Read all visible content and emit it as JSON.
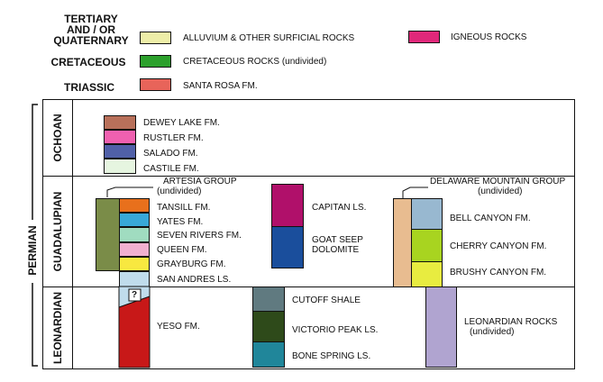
{
  "legend": {
    "tertiary_line1": "TERTIARY",
    "tertiary_line2": "AND / OR",
    "tertiary_line3": "QUATERNARY",
    "cretaceous": "CRETACEOUS",
    "triassic": "TRIASSIC",
    "alluvium": "ALLUVIUM & OTHER SURFICIAL ROCKS",
    "cretaceous_rocks": "CRETACEOUS ROCKS (undivided)",
    "santa_rosa": "SANTA ROSA FM.",
    "igneous": "IGNEOUS ROCKS"
  },
  "periods": {
    "permian": "PERMIAN"
  },
  "series": {
    "ochoan": "OCHOAN",
    "guadalupian": "GUADALUPIAN",
    "leonardian": "LEONARDIAN"
  },
  "ochoan": {
    "dewey_lake": "DEWEY LAKE FM.",
    "rustler": "RUSTLER FM.",
    "salado": "SALADO FM.",
    "castile": "CASTILE FM."
  },
  "guadalupian": {
    "artesia_group": "ARTESIA GROUP",
    "artesia_undivided": "(undivided)",
    "tansill": "TANSILL FM.",
    "yates": "YATES FM.",
    "seven_rivers": "SEVEN RIVERS FM.",
    "queen": "QUEEN FM.",
    "grayburg": "GRAYBURG FM.",
    "san_andres": "SAN ANDRES LS.",
    "capitan": "CAPITAN LS.",
    "goat_seep_1": "GOAT SEEP",
    "goat_seep_2": "DOLOMITE",
    "delaware_group": "DELAWARE MOUNTAIN GROUP",
    "delaware_undivided": "(undivided)",
    "bell_canyon": "BELL CANYON FM.",
    "cherry_canyon": "CHERRY CANYON FM.",
    "brushy_canyon": "BRUSHY CANYON FM."
  },
  "leonardian": {
    "question": "?",
    "yeso": "YESO FM.",
    "cutoff": "CUTOFF SHALE",
    "victorio": "VICTORIO PEAK LS.",
    "bone_spring": "BONE SPRING LS.",
    "leonardian_rocks": "LEONARDIAN ROCKS",
    "leonardian_undivided": "(undivided)"
  },
  "colors": {
    "alluvium": "#eeeea8",
    "cretaceous": "#2ca02c",
    "santa_rosa": "#e8645a",
    "igneous": "#e0287a",
    "dewey_lake": "#b8705a",
    "rustler": "#f060b0",
    "salado": "#5060a8",
    "castile": "#e6f5e0",
    "artesia": "#7a8c48",
    "tansill": "#e8701c",
    "yates": "#38a8d8",
    "seven_rivers": "#a0dcc0",
    "queen": "#f0b0d0",
    "grayburg": "#f8e840",
    "san_andres": "#c0dcec",
    "capitan": "#b0106a",
    "goat_seep": "#1a4e9c",
    "delaware": "#e8bc90",
    "bell_canyon": "#98b8d0",
    "cherry_canyon": "#a8d420",
    "brushy_canyon": "#e8ec40",
    "yeso": "#c81818",
    "cutoff": "#607a80",
    "victorio": "#2e4a1a",
    "bone_spring": "#20869a",
    "leonardian_rocks": "#b0a4d0"
  }
}
